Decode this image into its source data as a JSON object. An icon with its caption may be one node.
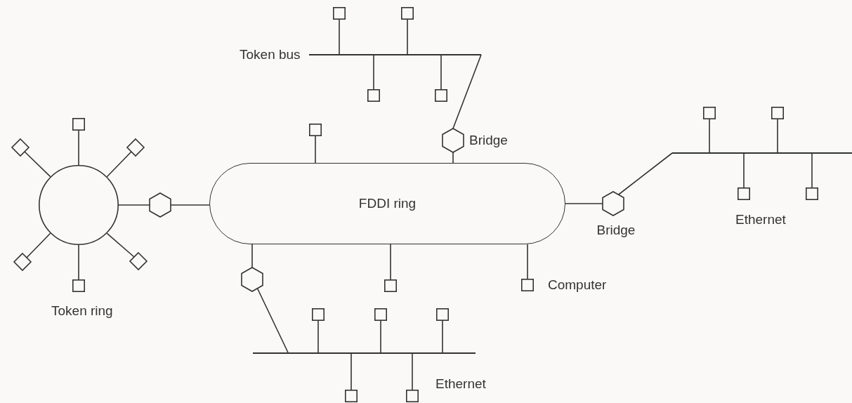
{
  "diagram": {
    "nodes": [
      {
        "text": [],
        "shape": "bar",
        "beside": [
          "Token bus"
        ]
      },
      {
        "text": [],
        "shape": "box"
      },
      {
        "text": [],
        "shape": "box"
      },
      {
        "text": [],
        "shape": "box"
      },
      {
        "text": [],
        "shape": "box"
      },
      {
        "text": [],
        "shape": "hexagon",
        "beside": [
          "Bridge"
        ]
      },
      {
        "text": [],
        "shape": "box"
      },
      {
        "text": [],
        "shape": "circle"
      },
      {
        "text": [],
        "shape": "box"
      },
      {
        "text": [],
        "shape": "diamond"
      },
      {
        "text": [],
        "shape": "diamond"
      },
      {
        "text": [],
        "shape": "diamond"
      },
      {
        "text": [],
        "shape": "diamond"
      },
      {
        "text": [],
        "shape": "box"
      },
      {
        "text": [],
        "shape": "hexagon"
      },
      {
        "text": [
          "FDDI ring"
        ]
      },
      {
        "text": [],
        "shape": "hexagon",
        "beside": [
          "Bridge"
        ]
      },
      {
        "text": [],
        "shape": "bar"
      },
      {
        "text": [],
        "shape": "box"
      },
      {
        "text": [],
        "shape": "box"
      },
      {
        "text": [],
        "shape": "box"
      },
      {
        "text": [],
        "shape": "box"
      },
      {
        "text": [],
        "shape": "hexagon"
      },
      {
        "text": [],
        "shape": "box"
      },
      {
        "text": [],
        "shape": "box",
        "beside": [
          "Computer"
        ]
      },
      {
        "text": [],
        "shape": "bar",
        "beside": [
          "Ethernet"
        ]
      },
      {
        "text": [],
        "shape": "box"
      },
      {
        "text": [],
        "shape": "box"
      },
      {
        "text": [],
        "shape": "box"
      },
      {
        "text": [],
        "shape": "box"
      },
      {
        "text": [],
        "shape": "box"
      }
    ],
    "edges": [
      {
        "from": 1,
        "to": 0,
        "arrow": "none"
      },
      {
        "from": 2,
        "to": 0,
        "arrow": "none"
      },
      {
        "from": 3,
        "to": 0,
        "arrow": "none"
      },
      {
        "from": 4,
        "to": 0,
        "arrow": "none"
      },
      {
        "from": 0,
        "to": 5,
        "arrow": "none"
      },
      {
        "from": 5,
        "to": 15,
        "arrow": "none"
      },
      {
        "from": 6,
        "to": 15,
        "arrow": "none"
      },
      {
        "from": 8,
        "to": 7,
        "arrow": "none"
      },
      {
        "from": 9,
        "to": 7,
        "arrow": "none"
      },
      {
        "from": 10,
        "to": 7,
        "arrow": "none"
      },
      {
        "from": 11,
        "to": 7,
        "arrow": "none"
      },
      {
        "from": 12,
        "to": 7,
        "arrow": "none"
      },
      {
        "from": 13,
        "to": 7,
        "arrow": "none"
      },
      {
        "from": 7,
        "to": 14,
        "arrow": "none"
      },
      {
        "from": 14,
        "to": 15,
        "arrow": "none"
      },
      {
        "from": 15,
        "to": 16,
        "arrow": "none"
      },
      {
        "from": 16,
        "to": 17,
        "arrow": "none"
      },
      {
        "from": 18,
        "to": 17,
        "arrow": "none"
      },
      {
        "from": 19,
        "to": 17,
        "arrow": "none"
      },
      {
        "from": 20,
        "to": 17,
        "arrow": "none"
      },
      {
        "from": 21,
        "to": 17,
        "arrow": "none"
      },
      {
        "from": 15,
        "to": 22,
        "arrow": "none"
      },
      {
        "from": 22,
        "to": 25,
        "arrow": "none"
      },
      {
        "from": 15,
        "to": 23,
        "arrow": "none"
      },
      {
        "from": 15,
        "to": 24,
        "arrow": "none"
      },
      {
        "from": 26,
        "to": 25,
        "arrow": "none"
      },
      {
        "from": 27,
        "to": 25,
        "arrow": "none"
      },
      {
        "from": 28,
        "to": 25,
        "arrow": "none"
      },
      {
        "from": 29,
        "to": 25,
        "arrow": "none"
      },
      {
        "from": 30,
        "to": 25,
        "arrow": "none"
      }
    ],
    "labels": [
      "Ethernet",
      "Token ring"
    ]
  }
}
